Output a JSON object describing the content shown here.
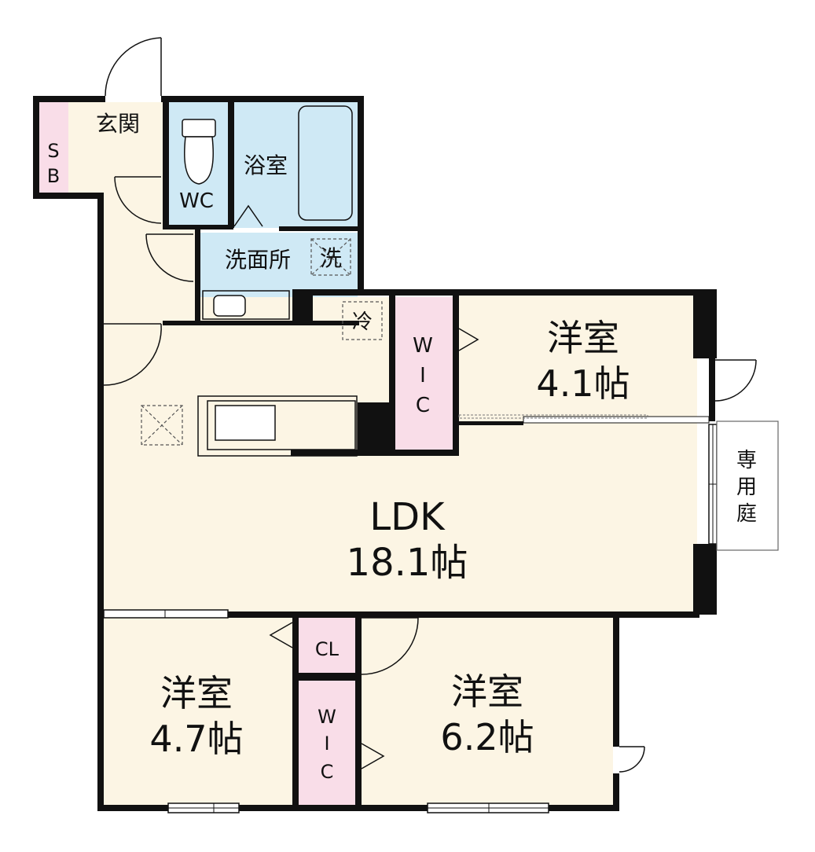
{
  "rooms": {
    "entrance": "玄関",
    "shoe_box": [
      "S",
      "B"
    ],
    "toilet": "WC",
    "bathroom": "浴室",
    "washroom": "洗面所",
    "washer": "洗",
    "fridge": "冷",
    "wic_top": [
      "W",
      "I",
      "C"
    ],
    "western_top": {
      "name": "洋室",
      "size": "4.1帖"
    },
    "private_garden": [
      "専",
      "用",
      "庭"
    ],
    "ldk": {
      "name": "LDK",
      "size": "18.1帖"
    },
    "western_left": {
      "name": "洋室",
      "size": "4.7帖"
    },
    "closet": "CL",
    "wic_bottom": [
      "W",
      "I",
      "C"
    ],
    "western_right": {
      "name": "洋室",
      "size": "6.2帖"
    }
  },
  "colors": {
    "room_fill": "#fcf5e4",
    "wet_fill": "#cfe9f5",
    "storage_fill": "#f9dde8",
    "wall": "#111111"
  }
}
